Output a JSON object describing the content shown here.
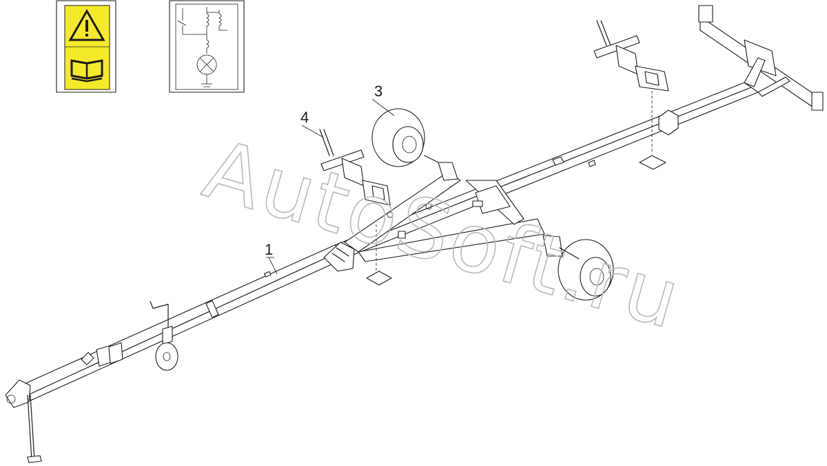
{
  "diagram": {
    "callouts": [
      "1",
      "3",
      "4"
    ],
    "icons": [
      "warning-triangle-icon",
      "manual-book-icon",
      "lamp-circuit-icon"
    ]
  },
  "watermark": {
    "text": "AutoSoft.ru",
    "color": "#b9b9b9"
  },
  "colors": {
    "warning_panel": "#f5ea2a",
    "lines": "#1a1a1a",
    "background": "#ffffff"
  }
}
